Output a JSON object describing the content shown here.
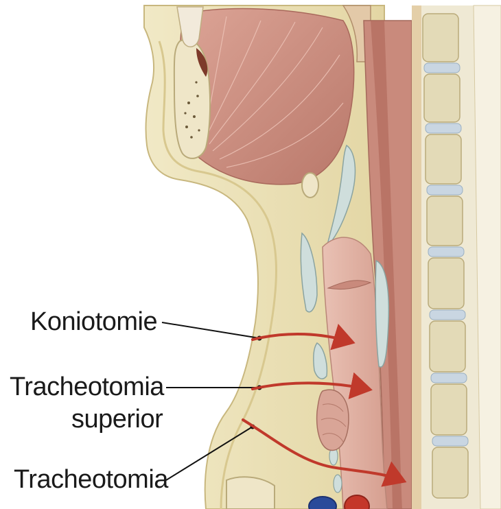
{
  "labels": {
    "koniotomie": "Koniotomie",
    "tracheotomia_superior_line1": "Tracheotomia",
    "tracheotomia_superior_line2": "superior",
    "tracheotomia": "Tracheotomia"
  },
  "colors": {
    "background": "#ffffff",
    "skin_fat": "#e9dfb4",
    "muscle": "#c98a7c",
    "muscle_light": "#dba99b",
    "trachea": "#e7b7a8",
    "bone": "#eee6c8",
    "cartilage": "#c9d6d4",
    "arrow": "#c0392b",
    "leader_line": "#111111"
  }
}
